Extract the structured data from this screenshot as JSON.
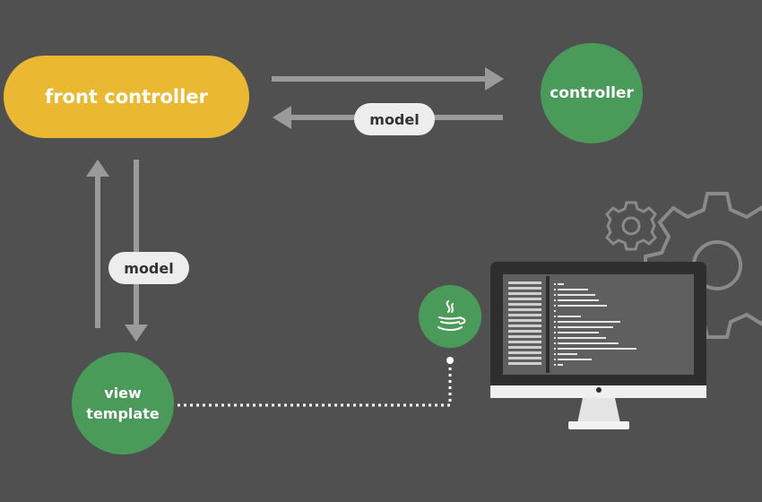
{
  "diagram": {
    "front_controller": "front controller",
    "controller": "controller",
    "model_top": "model",
    "model_left": "model",
    "view_template_line1": "view",
    "view_template_line2": "template"
  },
  "colors": {
    "background": "#505050",
    "front_controller": "#EBB931",
    "node_green": "#4A9A5A",
    "arrow": "#9A9A9A",
    "badge": "#EDEDED"
  },
  "icons": [
    "java-icon",
    "gear-icon",
    "monitor-icon"
  ]
}
